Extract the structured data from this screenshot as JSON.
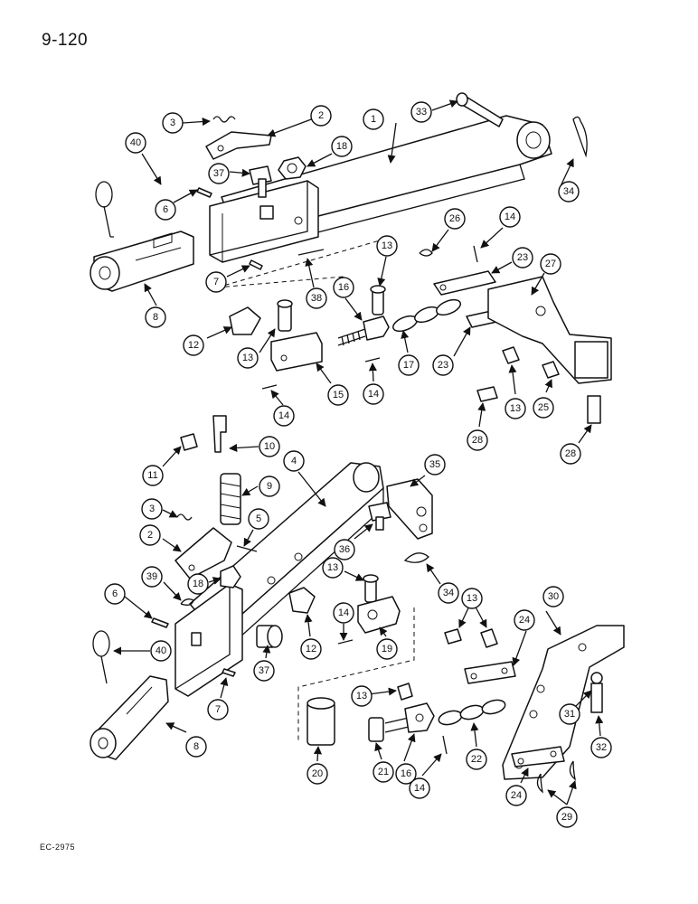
{
  "page_number": "9-120",
  "reference_code": "EC-2975",
  "callouts": {
    "c1": "1",
    "c2": "2",
    "c3": "3",
    "c4": "4",
    "c5": "5",
    "c6": "6",
    "c7": "7",
    "c8": "8",
    "c9": "9",
    "c10": "10",
    "c11": "11",
    "c12": "12",
    "c13": "13",
    "c14": "14",
    "c15": "15",
    "c16": "16",
    "c17": "17",
    "c18": "18",
    "c19": "19",
    "c20": "20",
    "c21": "21",
    "c22": "22",
    "c23": "23",
    "c24": "24",
    "c25": "25",
    "c26": "26",
    "c27": "27",
    "c28": "28",
    "c29": "29",
    "c30": "30",
    "c31": "31",
    "c32": "32",
    "c33": "33",
    "c34": "34",
    "c35": "35",
    "c36": "36",
    "c37": "37",
    "c38": "38",
    "c39": "39",
    "c40": "40"
  }
}
